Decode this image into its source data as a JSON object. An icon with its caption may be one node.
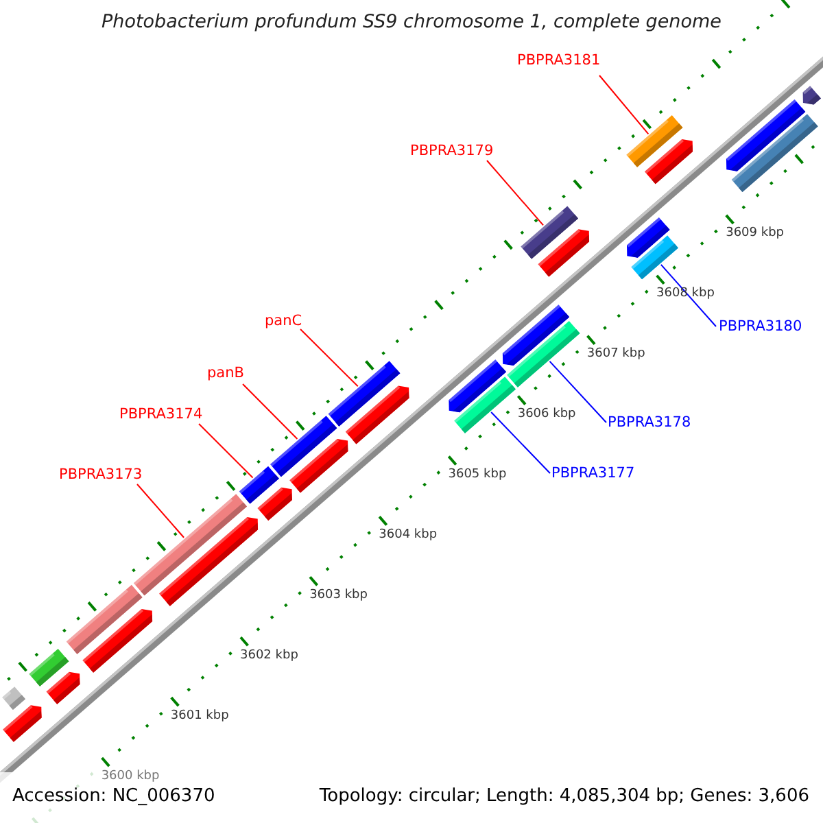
{
  "diagram": {
    "title": "Photobacterium profundum SS9 chromosome 1, complete genome",
    "nodes": [
      {
        "text": [
          "PBPRA3181"
        ]
      },
      {
        "text": [],
        "shape": "bar"
      },
      {
        "text": [
          "PBPRA3179"
        ]
      },
      {
        "text": [],
        "shape": "bar"
      },
      {
        "text": [
          "PBPRA3180"
        ]
      },
      {
        "text": [],
        "shape": "bar"
      },
      {
        "text": [
          "panC"
        ]
      },
      {
        "text": [],
        "shape": "bar"
      },
      {
        "text": [
          "PBPRA3178"
        ]
      },
      {
        "text": [],
        "shape": "bar"
      },
      {
        "text": [
          "panB"
        ]
      },
      {
        "text": [],
        "shape": "bar"
      },
      {
        "text": [
          "PBPRA3174"
        ]
      },
      {
        "text": [],
        "shape": "bar"
      },
      {
        "text": [
          "PBPRA3177"
        ]
      },
      {
        "text": [],
        "shape": "bar"
      },
      {
        "text": [
          "PBPRA3173"
        ]
      },
      {
        "text": [],
        "shape": "bar"
      },
      {
        "text": [],
        "shape": "bar"
      },
      {
        "text": [],
        "shape": "bar"
      },
      {
        "text": [],
        "shape": "bar"
      },
      {
        "text": [],
        "shape": "arrow"
      },
      {
        "text": [],
        "shape": "arrow"
      },
      {
        "text": [],
        "shape": "arrow"
      },
      {
        "text": [],
        "shape": "arrow"
      },
      {
        "text": [],
        "shape": "arrow"
      },
      {
        "text": [],
        "shape": "arrow"
      },
      {
        "text": [],
        "shape": "arrow"
      },
      {
        "text": [],
        "shape": "arrow"
      },
      {
        "text": [],
        "shape": "arrow"
      },
      {
        "text": [],
        "shape": "arrow"
      },
      {
        "text": [],
        "shape": "arrow"
      },
      {
        "text": [],
        "shape": "arrow"
      },
      {
        "text": [],
        "shape": "arrow"
      },
      {
        "text": [],
        "shape": "arrow"
      },
      {
        "text": [],
        "shape": "bar"
      }
    ],
    "edges": [
      {
        "from": 0,
        "to": 1,
        "arrow": "none"
      },
      {
        "from": 2,
        "to": 3,
        "arrow": "none"
      },
      {
        "from": 4,
        "to": 5,
        "arrow": "none",
        "color": "#0000ff"
      },
      {
        "from": 6,
        "to": 7,
        "arrow": "none"
      },
      {
        "from": 8,
        "to": 9,
        "arrow": "none",
        "color": "#0000ff"
      },
      {
        "from": 10,
        "to": 11,
        "arrow": "none"
      },
      {
        "from": 12,
        "to": 13,
        "arrow": "none"
      },
      {
        "from": 14,
        "to": 15,
        "arrow": "none",
        "color": "#0000ff"
      },
      {
        "from": 16,
        "to": 17,
        "arrow": "none"
      }
    ],
    "labels": [
      "3609 kbp",
      "3608 kbp",
      "3607 kbp",
      "3606 kbp",
      "3605 kbp",
      "3604 kbp",
      "3603 kbp",
      "3602 kbp",
      "3601 kbp",
      "3600 kbp",
      "Accession: NC_006370",
      "Topology: circular; Length: 4,085,304 bp; Genes: 3,606"
    ]
  }
}
